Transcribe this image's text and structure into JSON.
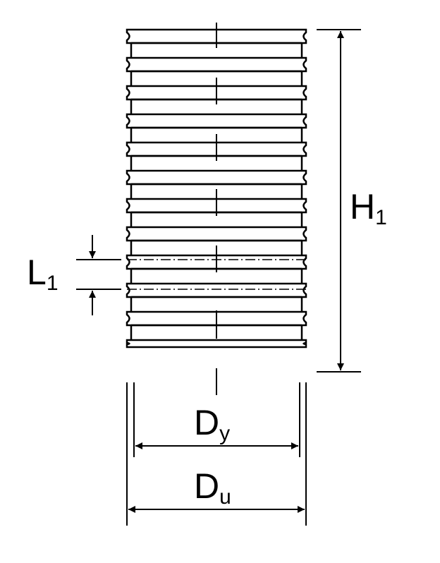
{
  "labels": {
    "height": {
      "main": "H",
      "sub": "1"
    },
    "pitch": {
      "main": "L",
      "sub": "1"
    },
    "inner_diameter": {
      "main": "D",
      "sub": "y"
    },
    "outer_diameter": {
      "main": "D",
      "sub": "u"
    }
  },
  "colors": {
    "line": "#000000",
    "background": "#ffffff"
  }
}
